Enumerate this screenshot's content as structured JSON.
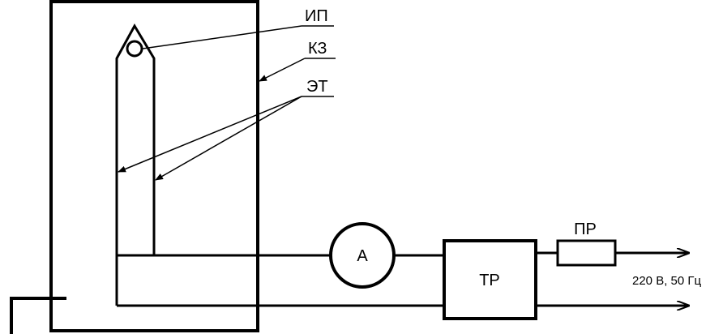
{
  "labels": {
    "ip": "ИП",
    "kz": "КЗ",
    "et": "ЭТ",
    "ammeter": "А",
    "tr": "ТР",
    "pr": "ПР",
    "supply": "220 В, 50 Гц"
  }
}
